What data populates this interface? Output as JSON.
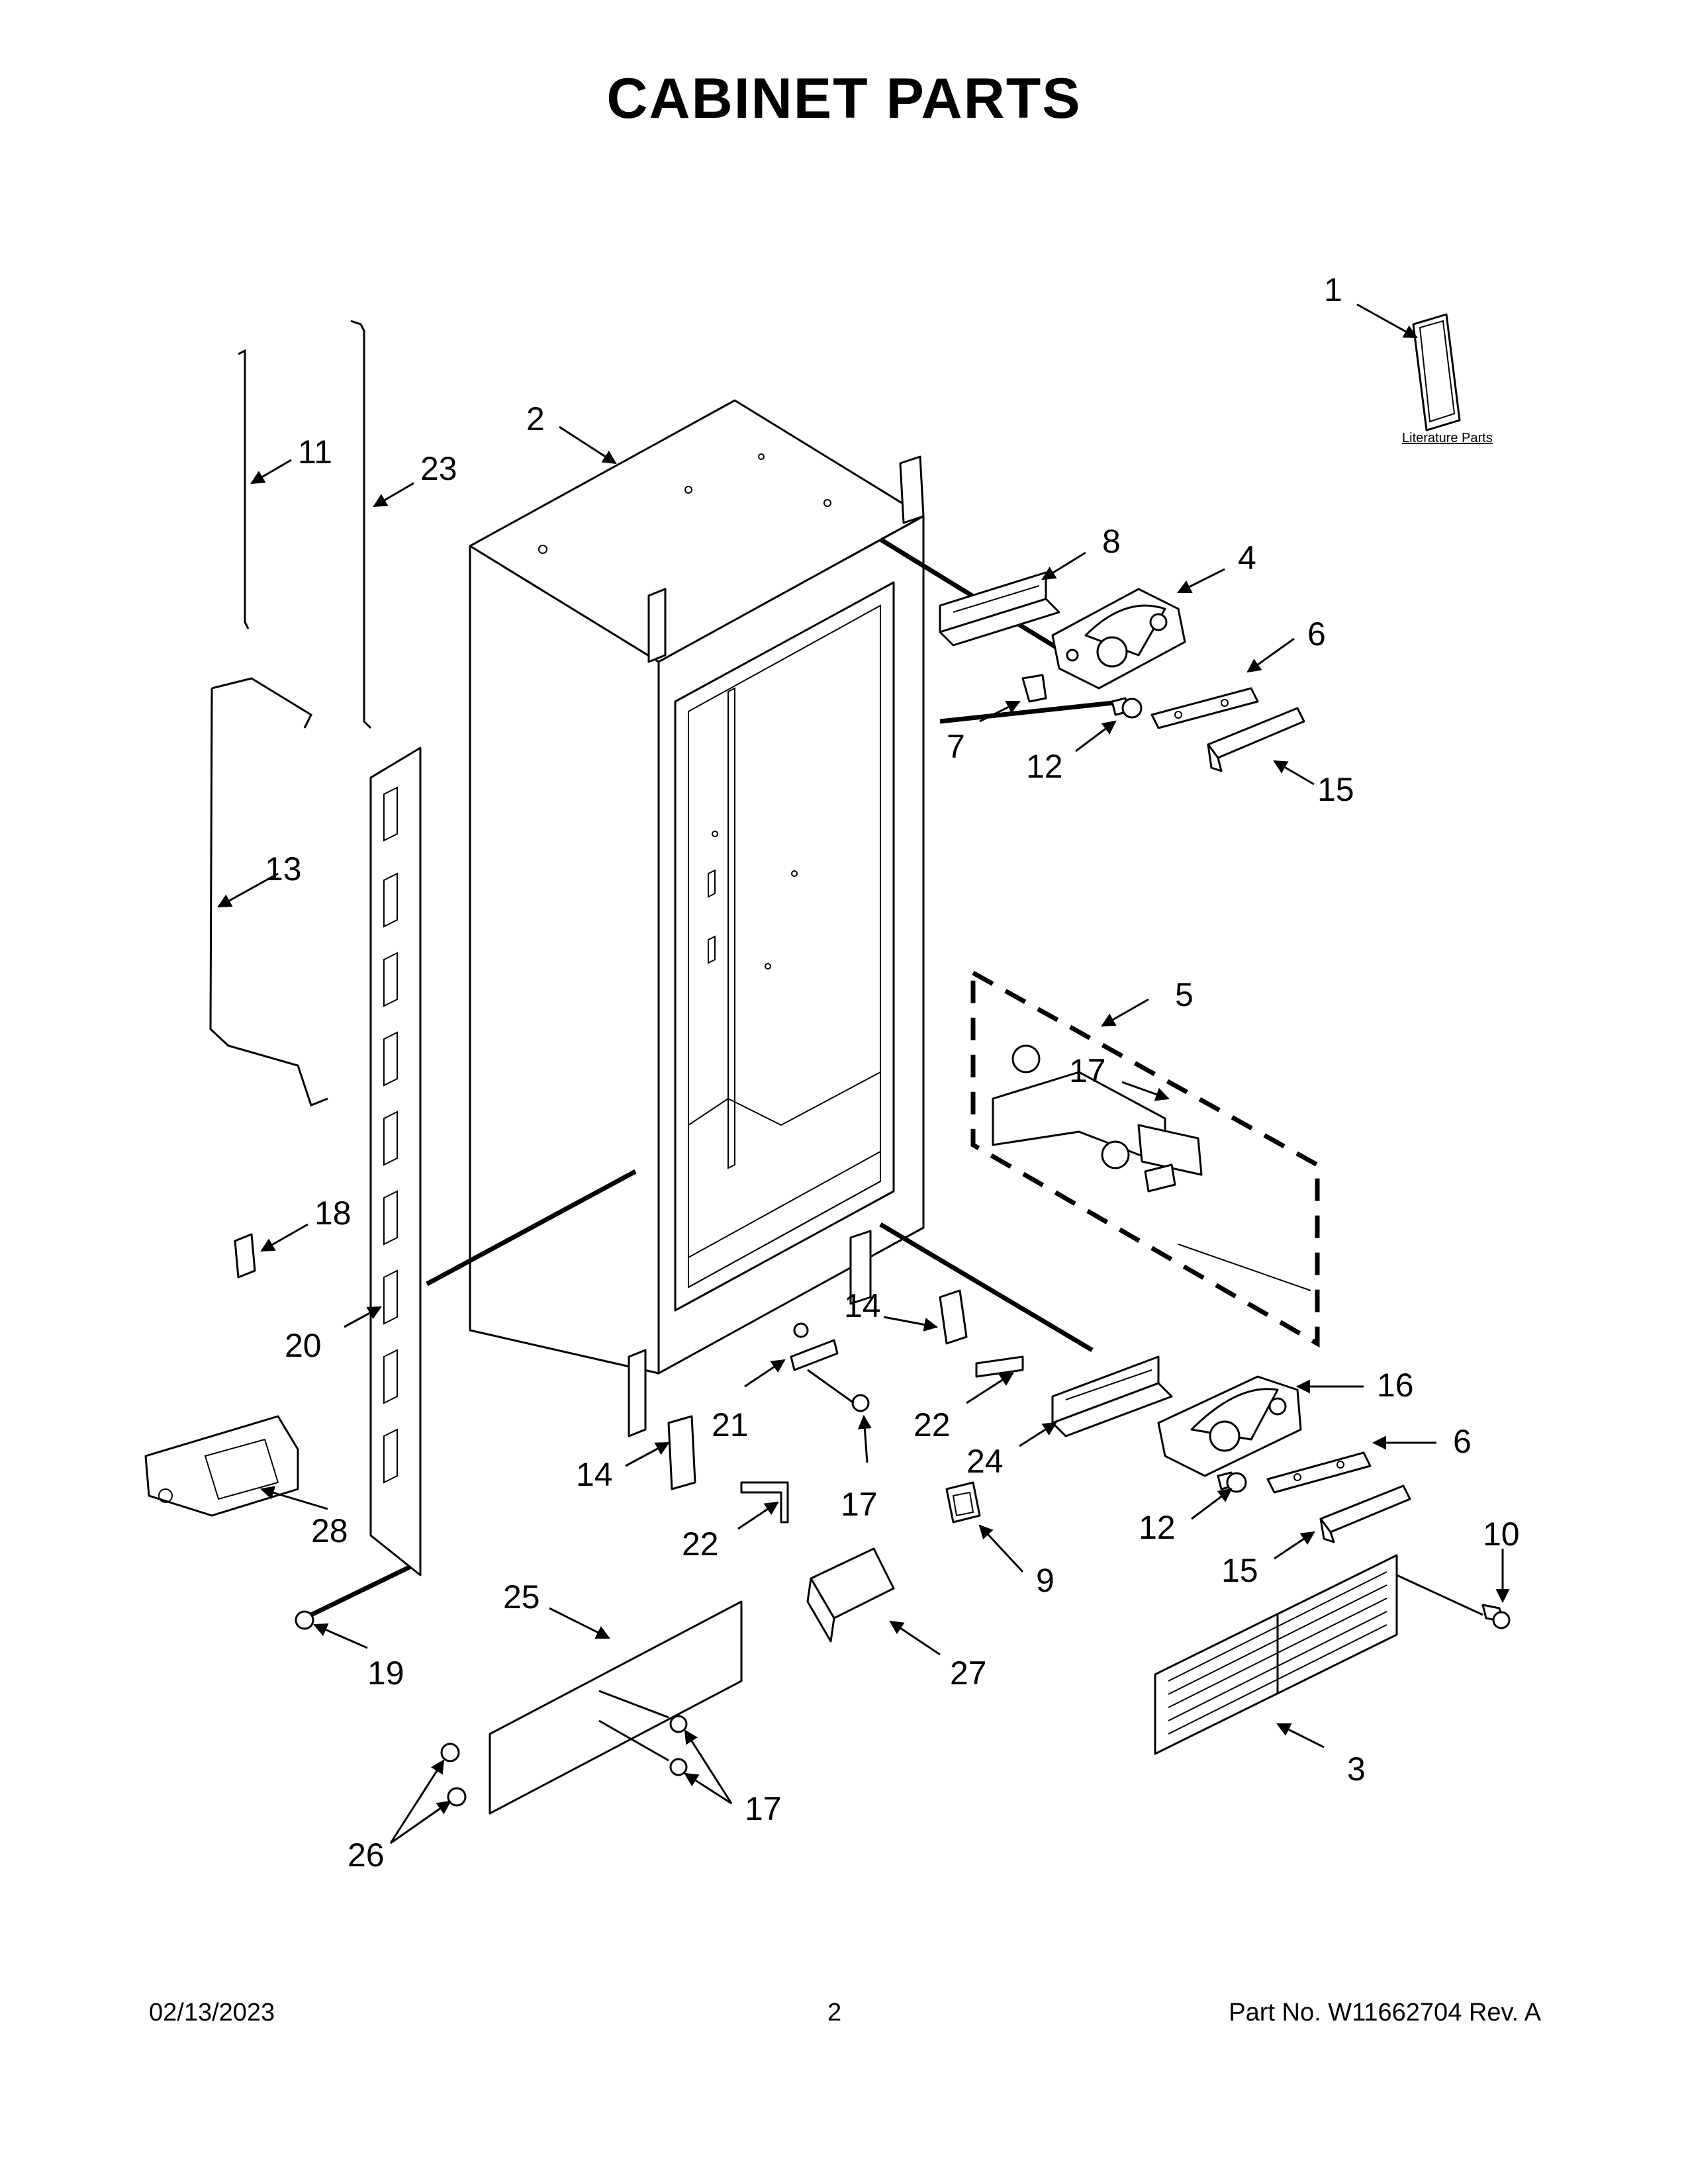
{
  "title": "CABINET PARTS",
  "literature_label": "Literature Parts",
  "callouts": {
    "c1": "1",
    "c2": "2",
    "c3": "3",
    "c4": "4",
    "c5": "5",
    "c6a": "6",
    "c6b": "6",
    "c7": "7",
    "c8": "8",
    "c9": "9",
    "c10": "10",
    "c11": "11",
    "c12a": "12",
    "c12b": "12",
    "c13": "13",
    "c14a": "14",
    "c14b": "14",
    "c15a": "15",
    "c15b": "15",
    "c16": "16",
    "c17a": "17",
    "c17b": "17",
    "c17c": "17",
    "c18": "18",
    "c19": "19",
    "c20": "20",
    "c21": "21",
    "c22a": "22",
    "c22b": "22",
    "c23": "23",
    "c24": "24",
    "c25": "25",
    "c26": "26",
    "c27": "27",
    "c28": "28"
  },
  "footer": {
    "date": "02/13/2023",
    "page": "2",
    "part_number": "Part No.  W11662704  Rev.  A"
  }
}
